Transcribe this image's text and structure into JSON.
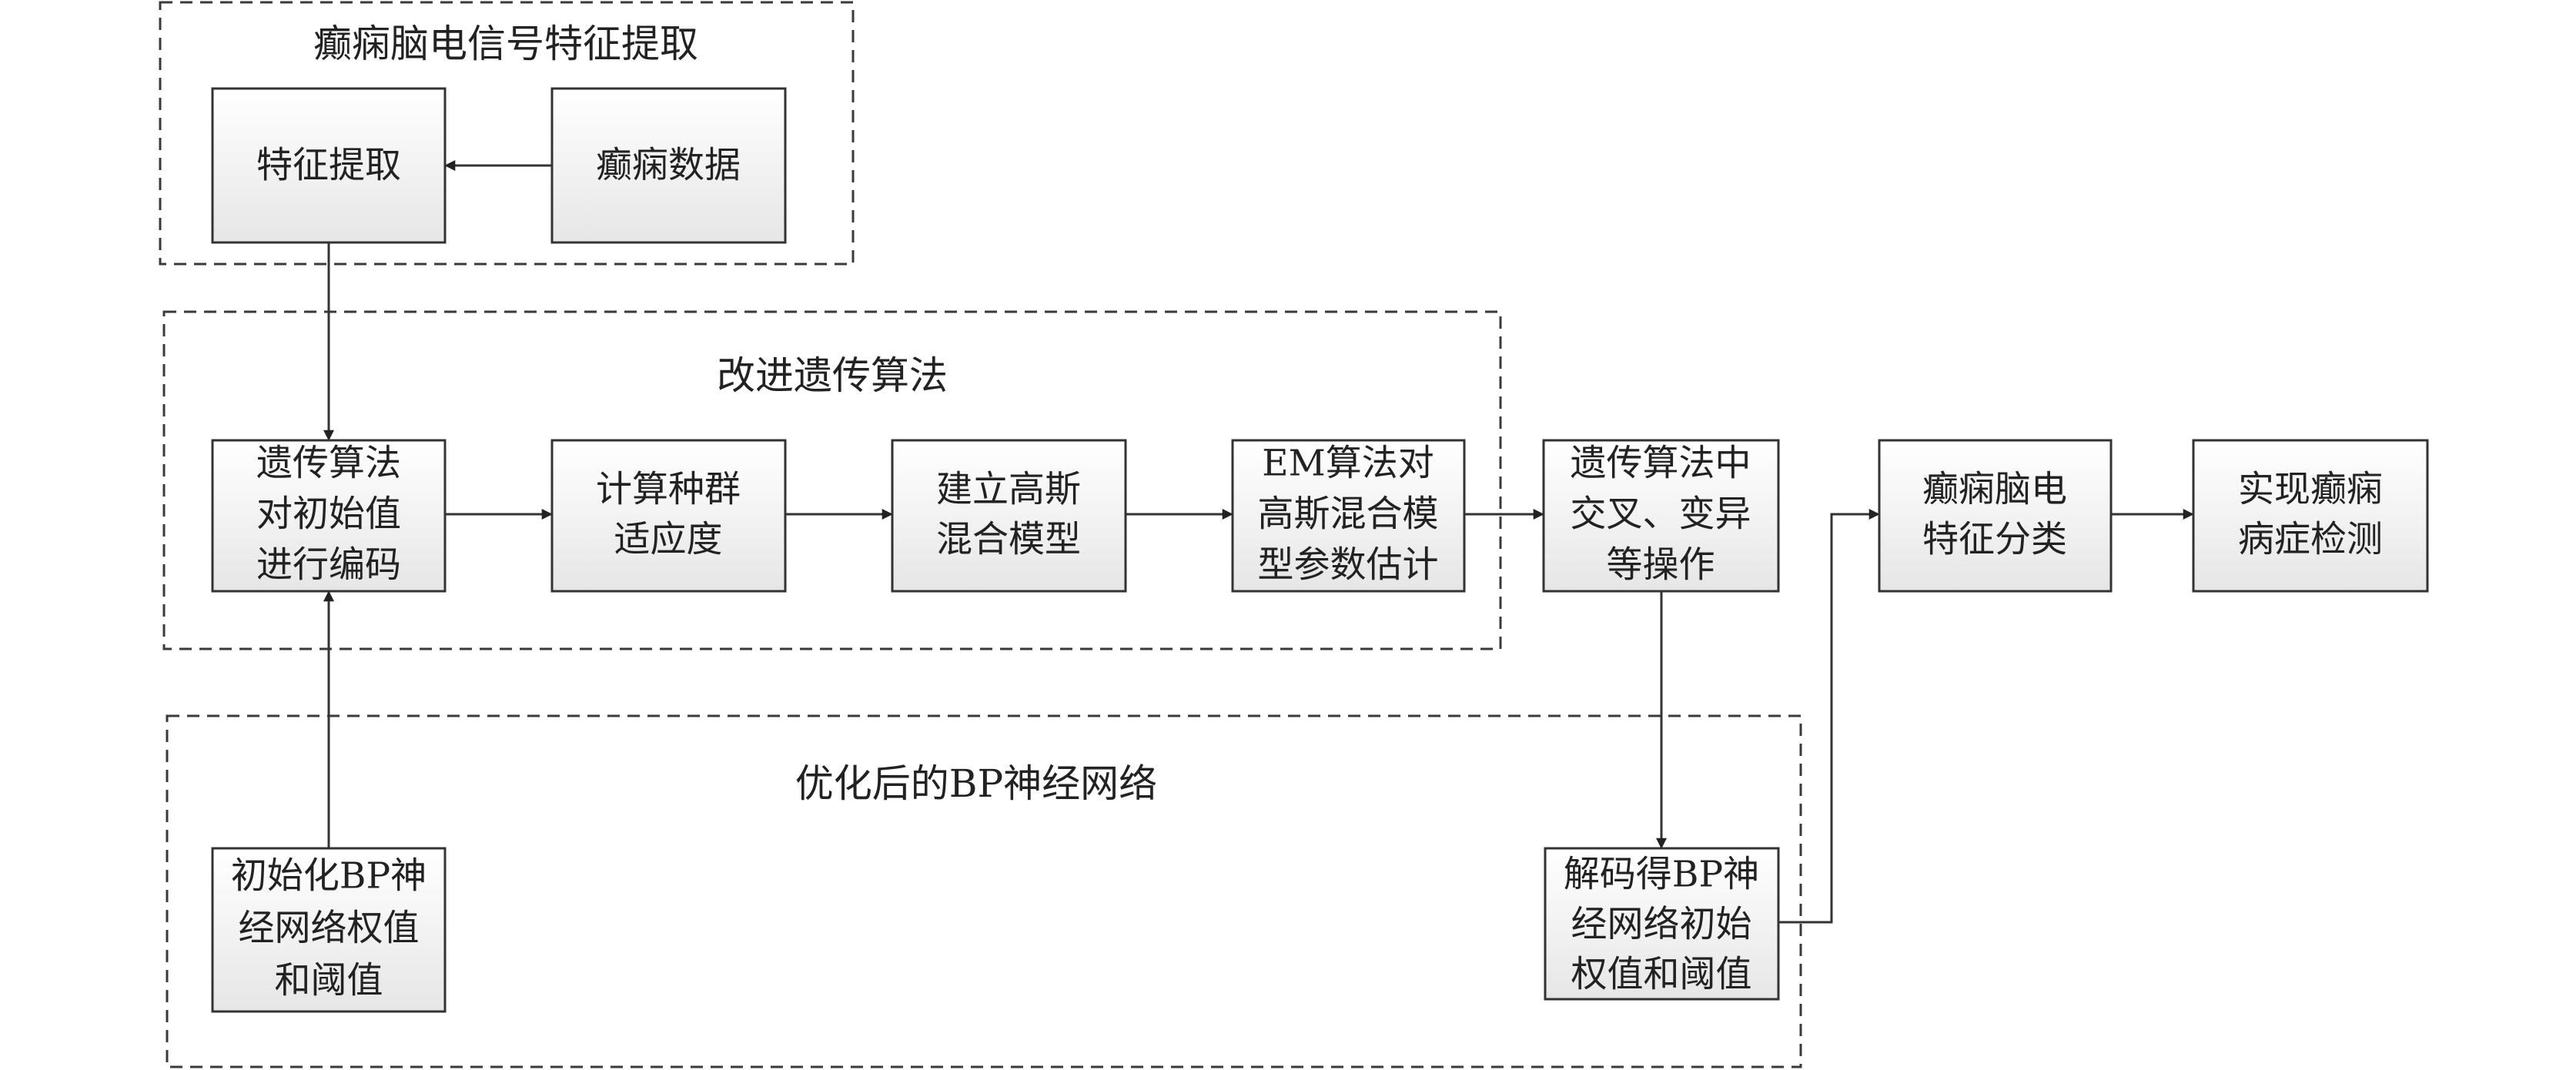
{
  "groups": {
    "feature_extraction": {
      "title": "癫痫脑电信号特征提取"
    },
    "improved_ga": {
      "title": "改进遗传算法"
    },
    "optimized_bp": {
      "title": "优化后的BP神经网络"
    }
  },
  "nodes": {
    "feature_extract": {
      "lines": [
        "特征提取"
      ]
    },
    "epilepsy_data": {
      "lines": [
        "癫痫数据"
      ]
    },
    "ga_encode": {
      "lines": [
        "遗传算法",
        "对初始值",
        "进行编码"
      ]
    },
    "fitness": {
      "lines": [
        "计算种群",
        "适应度"
      ]
    },
    "gmm": {
      "lines": [
        "建立高斯",
        "混合模型"
      ]
    },
    "em": {
      "lines": [
        "EM算法对",
        "高斯混合模",
        "型参数估计"
      ]
    },
    "crossover": {
      "lines": [
        "遗传算法中",
        "交叉、变异",
        "等操作"
      ]
    },
    "classify": {
      "lines": [
        "癫痫脑电",
        "特征分类"
      ]
    },
    "detect": {
      "lines": [
        "实现癫痫",
        "病症检测"
      ]
    },
    "init_bp": {
      "lines": [
        "初始化BP神",
        "经网络权值",
        "和阈值"
      ]
    },
    "decode": {
      "lines": [
        "解码得BP神",
        "经网络初始",
        "权值和阈值"
      ]
    }
  },
  "edges": [
    {
      "from": "epilepsy_data",
      "to": "feature_extract"
    },
    {
      "from": "feature_extract",
      "to": "ga_encode"
    },
    {
      "from": "ga_encode",
      "to": "fitness"
    },
    {
      "from": "fitness",
      "to": "gmm"
    },
    {
      "from": "gmm",
      "to": "em"
    },
    {
      "from": "em",
      "to": "crossover"
    },
    {
      "from": "init_bp",
      "to": "ga_encode"
    },
    {
      "from": "crossover",
      "to": "decode"
    },
    {
      "from": "decode",
      "to": "classify"
    },
    {
      "from": "classify",
      "to": "detect"
    }
  ]
}
